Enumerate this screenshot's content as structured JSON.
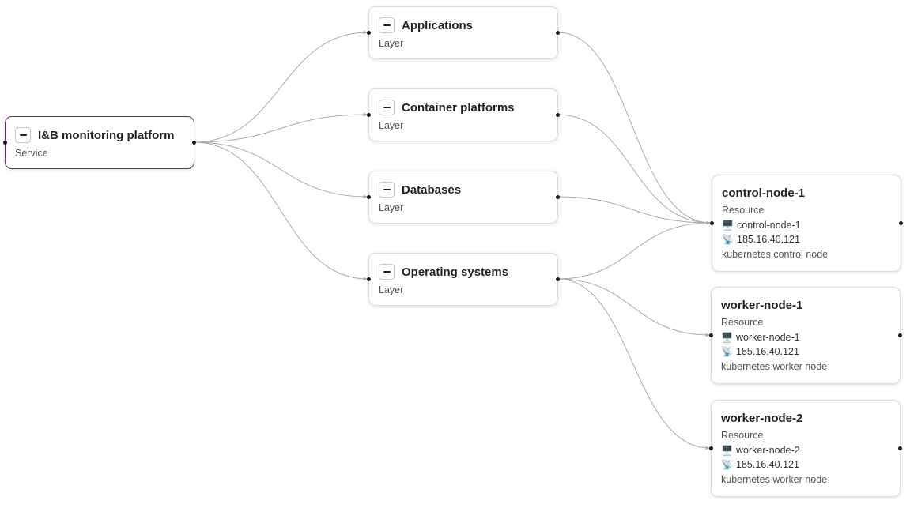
{
  "service": {
    "title": "I&B monitoring platform",
    "type": "Service"
  },
  "layers": [
    {
      "title": "Applications",
      "type": "Layer"
    },
    {
      "title": "Container platforms",
      "type": "Layer"
    },
    {
      "title": "Databases",
      "type": "Layer"
    },
    {
      "title": "Operating systems",
      "type": "Layer"
    }
  ],
  "resources": [
    {
      "title": "control-node-1",
      "type": "Resource",
      "host": "control-node-1",
      "ip": "185.16.40.121",
      "description": "kubernetes control node"
    },
    {
      "title": "worker-node-1",
      "type": "Resource",
      "host": "worker-node-1",
      "ip": "185.16.40.121",
      "description": "kubernetes worker node"
    },
    {
      "title": "worker-node-2",
      "type": "Resource",
      "host": "worker-node-2",
      "ip": "185.16.40.121",
      "description": "kubernetes worker node"
    }
  ],
  "icons": {
    "collapse": "minus-icon",
    "host": "computer-icon",
    "ip": "antenna-icon"
  },
  "colors": {
    "selected_border": "#6a2c73",
    "edge": "#aaaaaa",
    "handle": "#1a1a1a"
  }
}
